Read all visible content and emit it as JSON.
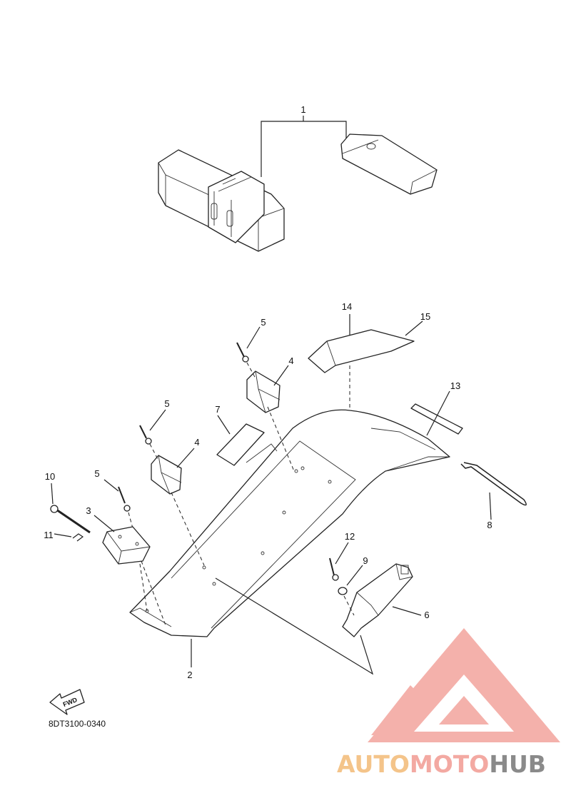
{
  "diagram": {
    "part_code": "8DT3100-0340",
    "fwd_label": "FWD",
    "callouts": [
      {
        "id": "c1",
        "label": "1"
      },
      {
        "id": "c2",
        "label": "2"
      },
      {
        "id": "c3",
        "label": "3"
      },
      {
        "id": "c4a",
        "label": "4"
      },
      {
        "id": "c4b",
        "label": "4"
      },
      {
        "id": "c5a",
        "label": "5"
      },
      {
        "id": "c5b",
        "label": "5"
      },
      {
        "id": "c5c",
        "label": "5"
      },
      {
        "id": "c6",
        "label": "6"
      },
      {
        "id": "c7",
        "label": "7"
      },
      {
        "id": "c8",
        "label": "8"
      },
      {
        "id": "c9",
        "label": "9"
      },
      {
        "id": "c10",
        "label": "10"
      },
      {
        "id": "c11",
        "label": "11"
      },
      {
        "id": "c12",
        "label": "12"
      },
      {
        "id": "c13",
        "label": "13"
      },
      {
        "id": "c14",
        "label": "14"
      },
      {
        "id": "c15",
        "label": "15"
      }
    ]
  },
  "watermark": {
    "text_part1": "AUTO",
    "text_part2": "MOTO",
    "text_part3": "HUB",
    "color_primary": "#f3a9a2",
    "color_secondary": "#f4c48a",
    "color_dark": "#8a8a8a"
  }
}
